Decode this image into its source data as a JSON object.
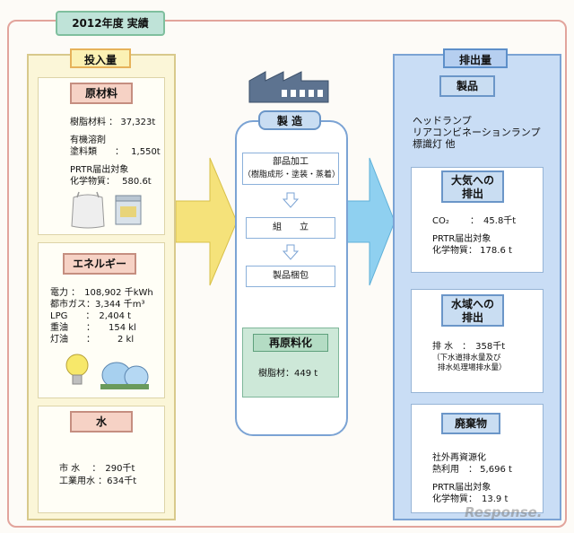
{
  "year_label": "2012年度 実績",
  "input": {
    "title": "投入量",
    "raw_materials": {
      "head": "原材料",
      "lines": [
        "樹脂材料 ： 37,323t",
        "有機溶剤",
        "塗料類　　：　 1,550t",
        "PRTR届出対象",
        "化学物質：　 580.6t"
      ]
    },
    "energy": {
      "head": "エネルギー",
      "lines": [
        "電力 ：　108,902 千kWh",
        "都市ガス：3,344 千m³",
        "LPG　　：　2,404 t",
        "重油　　：　　154 kl",
        "灯油　　：　　　2 kl"
      ]
    },
    "water": {
      "head": "水",
      "lines": [
        "市 水　 ：　290千t",
        "工業用水 ：634千t"
      ]
    }
  },
  "manufacturing": {
    "title": "製 造",
    "process1": [
      "部品加工",
      "（樹脂成形・塗装・蒸着）"
    ],
    "process2": "組　　立",
    "process3": "製品梱包",
    "recycle_head": "再原料化",
    "recycle_text": "樹脂材：449 t"
  },
  "output": {
    "title": "排出量",
    "products_head": "製品",
    "products_lines": [
      "ヘッドランプ",
      "リアコンビネーションランプ",
      "標識灯 他"
    ],
    "air": {
      "head": [
        "大気への",
        "排出"
      ],
      "lines": [
        "CO₂　　 ：　45.8千t",
        "PRTR届出対象",
        "化学物質： 178.6 t"
      ]
    },
    "waterbody": {
      "head": [
        "水域への",
        "排出"
      ],
      "lines": [
        "排 水　：　358千t"
      ],
      "note": [
        "（下水道排水量及び",
        "排水処理場排水量）"
      ]
    },
    "waste": {
      "head": "廃棄物",
      "lines": [
        "社外再資源化",
        "熱利用　： 5,696 t",
        "PRTR届出対象",
        "化学物質：　13.9 t"
      ]
    }
  },
  "watermark": "Response.",
  "colors": {
    "input_bg": "#fbf6d8",
    "output_bg": "#c9ddf5",
    "arrow_yellow": "#f5e27a",
    "arrow_blue": "#8fd0f0",
    "frame": "#e2a49c"
  }
}
